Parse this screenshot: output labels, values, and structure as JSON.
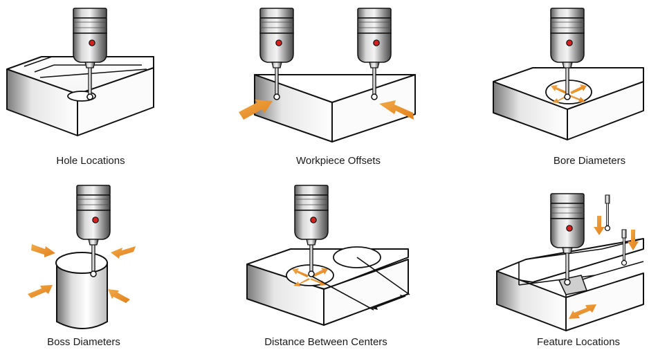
{
  "colors": {
    "accent_orange": "#e8932a",
    "probe_grey": "#9a9a9a",
    "led_red": "#d61f1f",
    "outline": "#111111"
  },
  "panels": [
    {
      "id": "hole-locations",
      "caption": "Hole Locations"
    },
    {
      "id": "workpiece-offsets",
      "caption": "Workpiece Offsets"
    },
    {
      "id": "bore-diameters",
      "caption": "Bore Diameters"
    },
    {
      "id": "boss-diameters",
      "caption": "Boss Diameters"
    },
    {
      "id": "distance-between-centers",
      "caption": "Distance Between Centers"
    },
    {
      "id": "feature-locations",
      "caption": "Feature Locations"
    }
  ]
}
